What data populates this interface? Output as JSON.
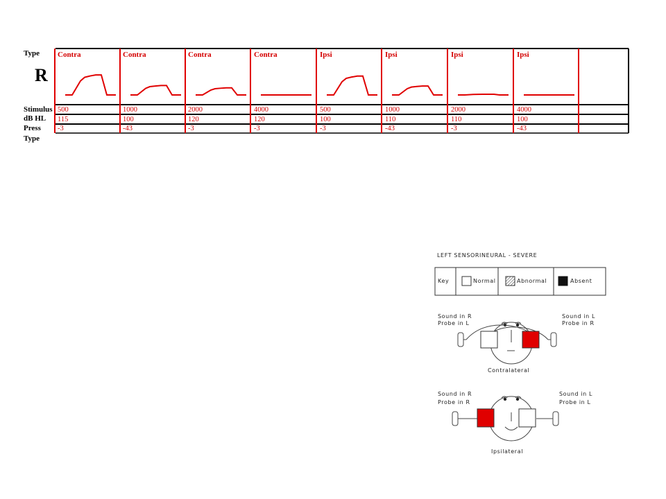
{
  "table": {
    "row_labels": {
      "type": "Type",
      "stimulus": "Stimulus",
      "db_hl": "dB HL",
      "press": "Press",
      "type2": "Type"
    },
    "side_label": "R",
    "columns": [
      {
        "type": "Contra",
        "stimulus": "500",
        "db_hl": "115",
        "press": "-3",
        "level": 0.85
      },
      {
        "type": "Contra",
        "stimulus": "1000",
        "db_hl": "100",
        "press": "-43",
        "level": 0.4
      },
      {
        "type": "Contra",
        "stimulus": "2000",
        "db_hl": "120",
        "press": "-3",
        "level": 0.3
      },
      {
        "type": "Contra",
        "stimulus": "4000",
        "db_hl": "120",
        "press": "-3",
        "level": 0.0
      },
      {
        "type": "Ipsi",
        "stimulus": "500",
        "db_hl": "100",
        "press": "-3",
        "level": 0.8
      },
      {
        "type": "Ipsi",
        "stimulus": "1000",
        "db_hl": "110",
        "press": "-43",
        "level": 0.38
      },
      {
        "type": "Ipsi",
        "stimulus": "2000",
        "db_hl": "110",
        "press": "-3",
        "level": 0.03
      },
      {
        "type": "Ipsi",
        "stimulus": "4000",
        "db_hl": "100",
        "press": "-43",
        "level": 0.0
      }
    ],
    "trace_color": "#e00000"
  },
  "diagram": {
    "title": "LEFT SENSORINEURAL - SEVERE",
    "key_label": "Key",
    "legend": {
      "normal": "Normal",
      "abnormal": "Abnormal",
      "absent": "Absent"
    },
    "contralateral": {
      "left_sound": "Sound  in  R",
      "left_probe": "Probe  in  L",
      "right_sound": "Sound  in  L",
      "right_probe": "Probe  in  R",
      "caption": "Contralateral"
    },
    "ipsilateral": {
      "left_sound": "Sound  in  R",
      "left_probe": "Probe  in  R",
      "right_sound": "Sound  in  L",
      "right_probe": "Probe  in  L",
      "caption": "Ipsilateral"
    },
    "abnormal_color": "#e00000"
  }
}
